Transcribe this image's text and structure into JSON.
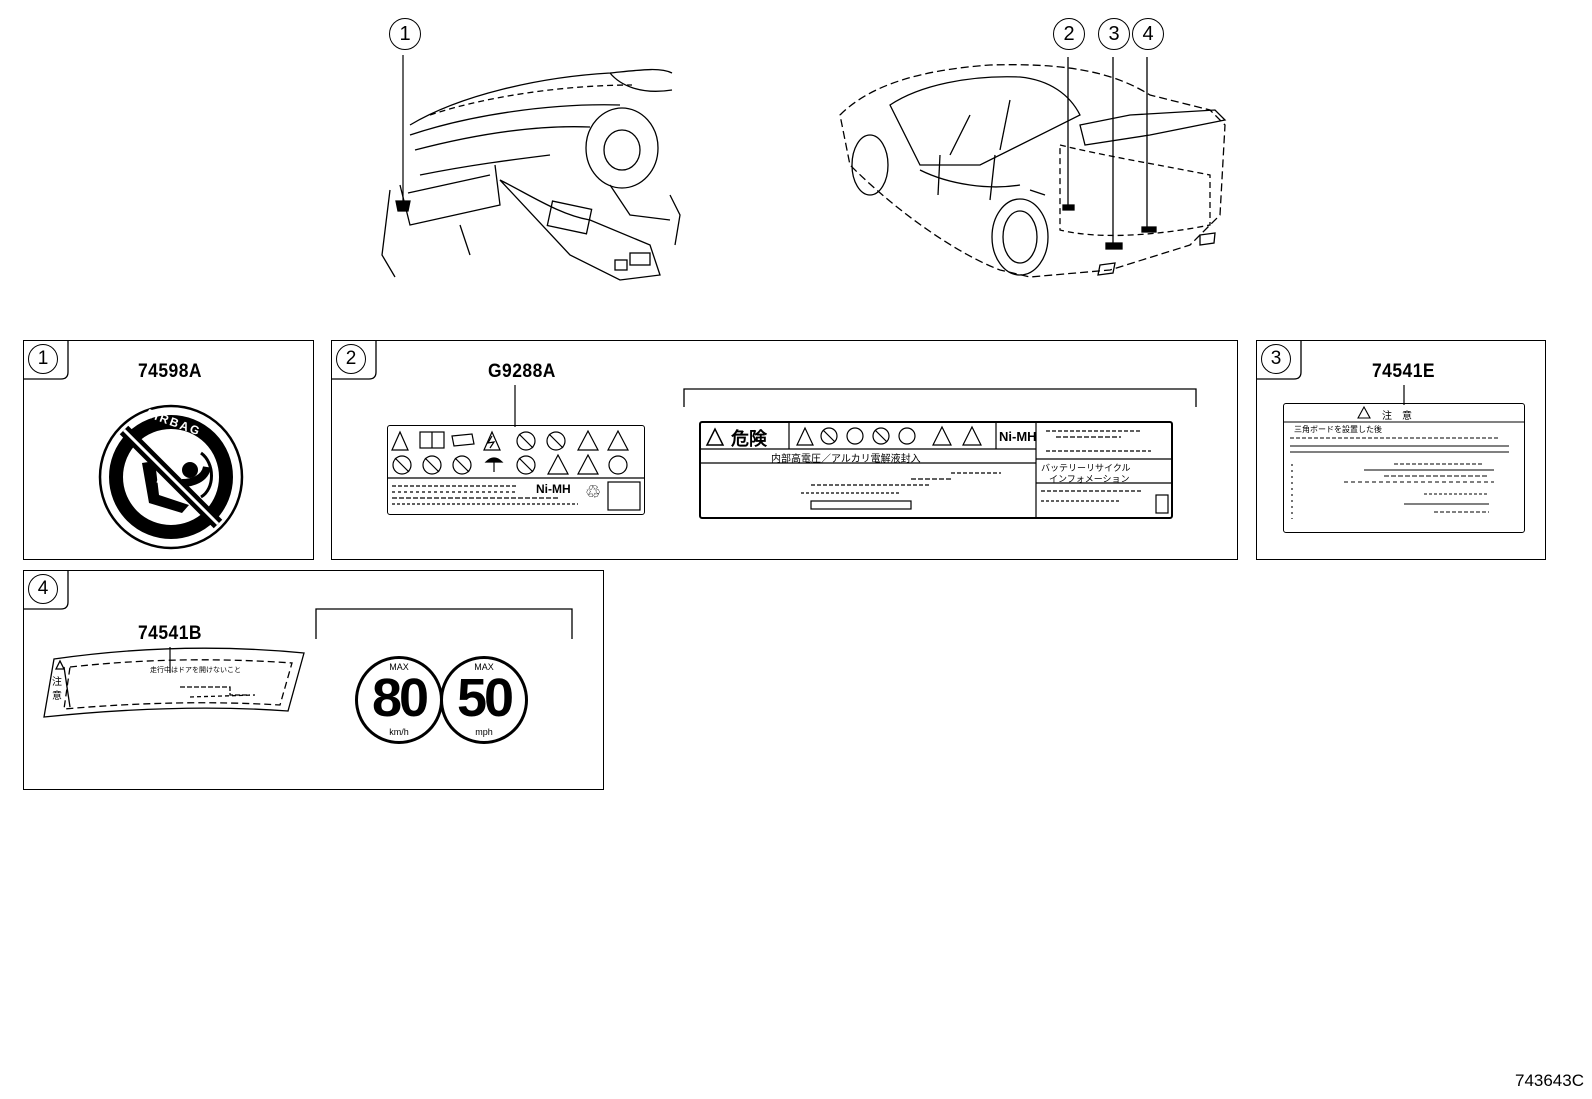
{
  "callouts": [
    "1",
    "2",
    "3",
    "4"
  ],
  "panels": [
    {
      "num": "1",
      "part_number": "74598A",
      "badge_text": "AIRBAG"
    },
    {
      "num": "2",
      "part_number": "G9288A",
      "label_nimh": "Ni-MH",
      "danger_title": "危険",
      "danger_nimh": "Ni-MH",
      "danger_sub": "内部高電圧／アルカリ電解液封入",
      "recycle_info_1": "バッテリーリサイクル",
      "recycle_info_2": "インフォメーション"
    },
    {
      "num": "3",
      "part_number": "74541E",
      "caution_title": "注　意",
      "caution_line": "三角ボードを設置した後"
    },
    {
      "num": "4",
      "part_number": "74541B",
      "curve_side_1": "注",
      "curve_side_2": "意",
      "curve_line": "走行中はドアを開けないこと",
      "speed_kmh": {
        "max": "MAX",
        "value": "80",
        "unit": "km/h"
      },
      "speed_mph": {
        "max": "MAX",
        "value": "50",
        "unit": "mph"
      }
    }
  ],
  "footer_code": "743643C",
  "icons": [
    "interior-dashboard-illustration",
    "car-rear-illustration",
    "no-child-seat-airbag-icon",
    "warning-triangle-icon",
    "manual-book-icon",
    "electric-shock-icon",
    "prohibition-icon",
    "recycle-icon",
    "speed-limit-icon"
  ]
}
